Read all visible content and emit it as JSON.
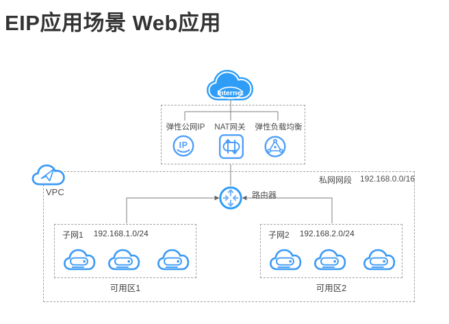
{
  "page": {
    "title": "EIP应用场景 Web应用"
  },
  "internet": {
    "label": "Internet"
  },
  "services": {
    "eip": {
      "label": "弹性公网IP",
      "icon": "eip-ip-icon",
      "icon_text": "IP"
    },
    "nat": {
      "label": "NAT网关",
      "icon": "nat-gateway-icon"
    },
    "elb": {
      "label": "弹性负载均衡",
      "icon": "elb-icon"
    }
  },
  "vpc": {
    "label": "VPC",
    "segment": {
      "label": "私网网段",
      "cidr": "192.168.0.0/16"
    },
    "router": {
      "label": "路由器",
      "icon": "router-icon"
    },
    "subnets": [
      {
        "name": "子网1",
        "cidr": "192.168.1.0/24",
        "az": "可用区1",
        "server_count": 3
      },
      {
        "name": "子网2",
        "cidr": "192.168.2.0/24",
        "az": "可用区2",
        "server_count": 3
      }
    ]
  },
  "colors": {
    "brand_blue_solid": "#2F9DF6",
    "icon_blue_outline": "#4D9EF8",
    "cloud_blue": "#3D9AF5",
    "router_arrow_blue": "#6FB1F8",
    "line_gray": "#7b7b7b",
    "dash_gray": "#9e9e9e",
    "text_dark": "#404040",
    "title_dark": "#333333"
  }
}
